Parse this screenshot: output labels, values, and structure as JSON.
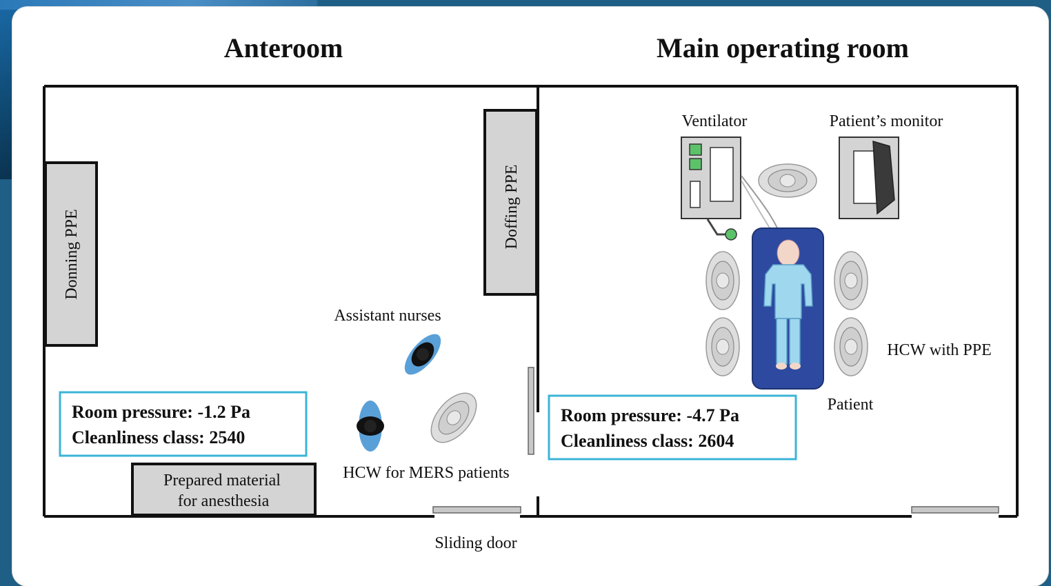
{
  "titles": {
    "anteroom": "Anteroom",
    "main_room": "Main operating room"
  },
  "labels": {
    "donning_ppe": "Donning PPE",
    "doffing_ppe": "Doffing PPE",
    "assistant_nurses": "Assistant nurses",
    "hcw_mers": "HCW for MERS patients",
    "prepared_material_1": "Prepared material",
    "prepared_material_2": "for anesthesia",
    "sliding_door": "Sliding door",
    "ventilator": "Ventilator",
    "patient_monitor": "Patient’s monitor",
    "hcw_ppe": "HCW with PPE",
    "patient": "Patient"
  },
  "anteroom_info": {
    "pressure": "Room pressure: -1.2 Pa",
    "cleanliness": "Cleanliness class: 2540"
  },
  "main_room_info": {
    "pressure": "Room pressure: -4.7 Pa",
    "cleanliness": "Cleanliness class: 2604"
  },
  "colors": {
    "info_border": "#3bb4d8",
    "bed_blue": "#2d4aa0",
    "patient_blue": "#9fd7ef",
    "nurse_blue": "#5aa0d8",
    "grey_fill": "#d4d4d4",
    "green_button": "#5cc26a"
  }
}
